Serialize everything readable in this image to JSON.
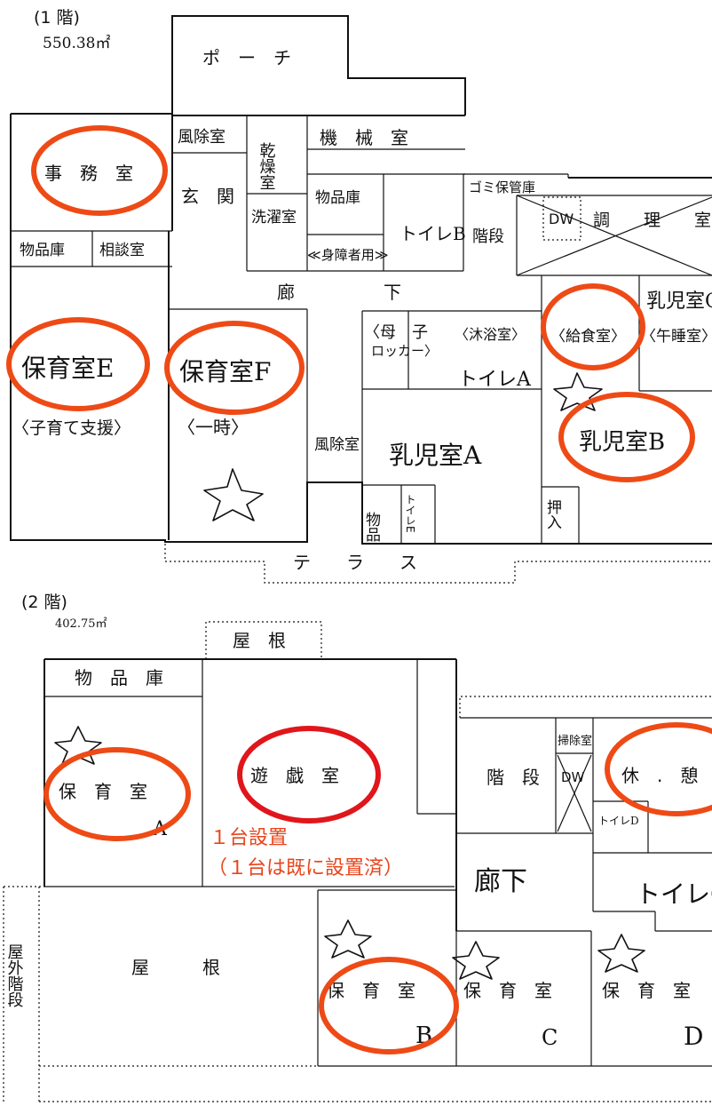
{
  "floor1": {
    "title": "(1 階)",
    "area": "550.38㎡",
    "rooms": {
      "porch": "ポ　ー　チ",
      "office": "事　務　室",
      "storeroom_left": "物品庫",
      "consult": "相談室",
      "windbreak_top": "風除室",
      "dryroom": "乾燥室",
      "machine": "機　械　室",
      "entrance": "玄　関",
      "laundry": "洗濯室",
      "storeroom_mid": "物品庫",
      "disabled_toilet": "≪身障者用≫",
      "toiletB": "トイレB",
      "stairs": "階段",
      "garbage": "ゴミ保管庫",
      "dw": "DW",
      "kitchen": "調　　理　　室",
      "corridor": "廊　　　　　下",
      "nurseryE": "保育室E",
      "nurseryE_sub": "〈子育て支援〉",
      "nurseryF": "保育室F",
      "nurseryF_sub": "〈一時〉",
      "mother_child": "〈母　子",
      "locker": "ロッカー〉",
      "bath": "〈沐浴室〉",
      "toiletA": "トイレA",
      "serving": "〈給食室〉",
      "nap": "〈午睡室〉",
      "infantC": "乳児室C",
      "windbreak_low": "風除室",
      "infantA": "乳児室A",
      "infantB": "乳児室B",
      "storeroom_small": "物品",
      "toiletE": "トイレE",
      "closet": "押入",
      "terrace": "テ　　ラ　　ス"
    }
  },
  "floor2": {
    "title": "(2 階)",
    "area": "402.75㎡",
    "rooms": {
      "roof_top": "屋　根",
      "storeroom": "物　品　庫",
      "playroom": "遊　戯　室",
      "nurseryA": "保　育　室",
      "nurseryA_letter": "A",
      "stairs": "階　段",
      "dw": "DW",
      "cleaner": "掃除室",
      "rest": "休　.　憩",
      "toiletD": "トイレD",
      "corridor": "廊下",
      "toiletC": "トイレC",
      "roof_big": "屋　　　根",
      "outdoor_stairs": "屋外階段",
      "nurseryB": "保　育　室",
      "nurseryB_letter": "B",
      "nurseryC": "保　育　室",
      "nurseryC_letter": "C",
      "nurseryD": "保　育　室",
      "nurseryD_letter": "D"
    }
  },
  "annotation": {
    "line1": "１台設置",
    "line2": "（１台は既に設置済）",
    "color": "#e8451c"
  },
  "highlight_colors": {
    "orange": "#ee4a16",
    "red": "#e0161b"
  }
}
